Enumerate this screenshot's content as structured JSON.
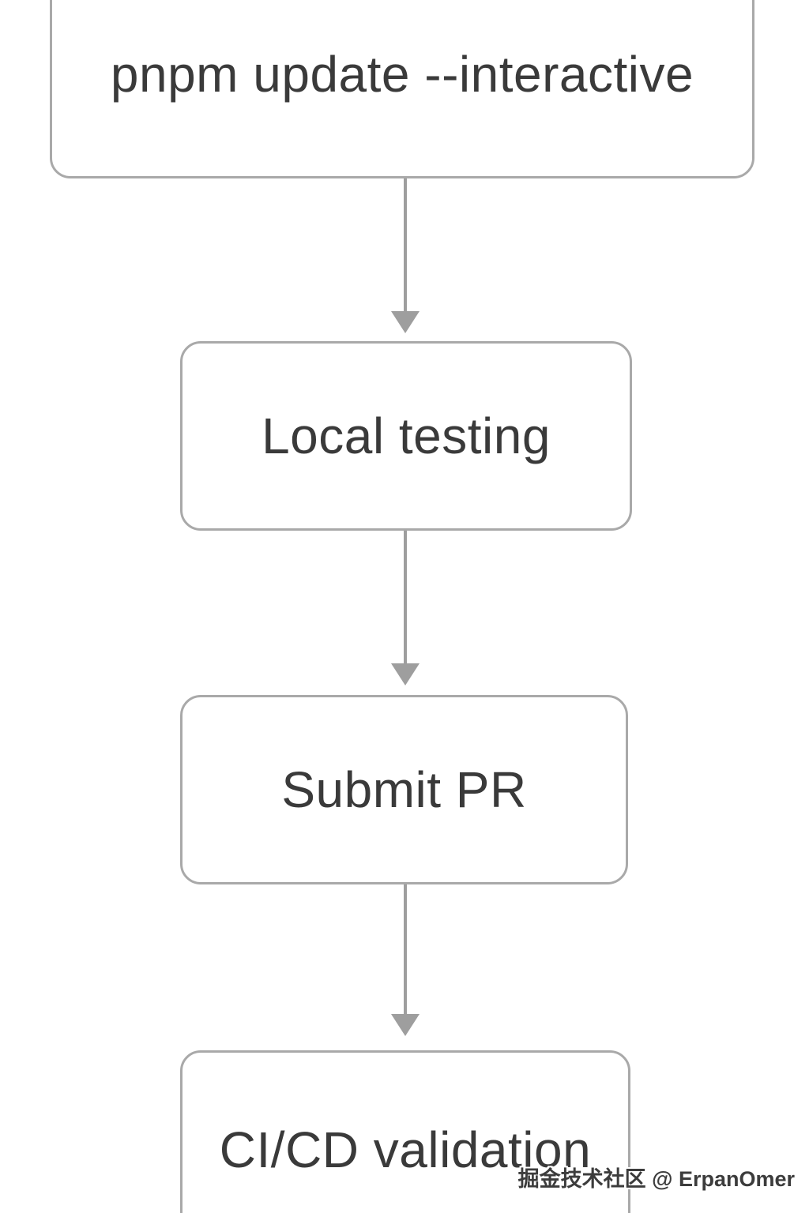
{
  "diagram": {
    "type": "flowchart",
    "direction": "top-down",
    "nodes": [
      {
        "id": "pnpm-update-interactive",
        "label": "pnpm update --interactive"
      },
      {
        "id": "local-testing",
        "label": "Local testing"
      },
      {
        "id": "submit-pr",
        "label": "Submit PR"
      },
      {
        "id": "cicd-validation",
        "label": "CI/CD validation"
      }
    ],
    "edges": [
      {
        "from": "pnpm-update-interactive",
        "to": "local-testing"
      },
      {
        "from": "local-testing",
        "to": "submit-pr"
      },
      {
        "from": "submit-pr",
        "to": "cicd-validation"
      }
    ],
    "colors": {
      "background": "#ffffff",
      "node_border": "#a9a9a9",
      "arrow": "#9e9e9e",
      "text": "#3a3a3a"
    }
  },
  "watermark": {
    "text": "掘金技术社区 @ ErpanOmer"
  }
}
